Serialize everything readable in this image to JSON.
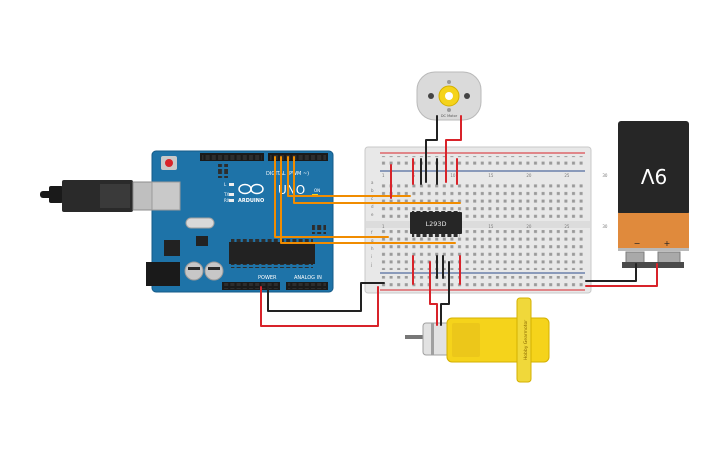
{
  "arduino": {
    "brand": "ARDUINO",
    "model": "UNO",
    "header_digital": "DIGITAL (PWM ~)",
    "header_power": "POWER",
    "header_analog": "ANALOG IN",
    "led_l": "L",
    "led_tx": "TX",
    "led_rx": "RX",
    "on_label": "ON"
  },
  "breadboard": {
    "chip_label": "L293D",
    "columns_top": [
      "1",
      "5",
      "10",
      "15",
      "20",
      "25",
      "30"
    ],
    "rows_top": [
      "a",
      "b",
      "c",
      "d",
      "e"
    ],
    "rows_bottom": [
      "f",
      "g",
      "h",
      "i",
      "j"
    ]
  },
  "battery": {
    "label": "9V",
    "neg": "−",
    "pos": "+"
  },
  "dc_motor": {
    "label": "DC Motor"
  },
  "gear_motor": {
    "label": "Hobby Gearmotor"
  },
  "colors": {
    "wire_orange": "#f08c00",
    "wire_red": "#d8232a",
    "wire_black": "#222222",
    "arduino_blue": "#1e73a8",
    "battery_orange": "#e08a3c",
    "motor_yellow": "#f5d31b"
  }
}
